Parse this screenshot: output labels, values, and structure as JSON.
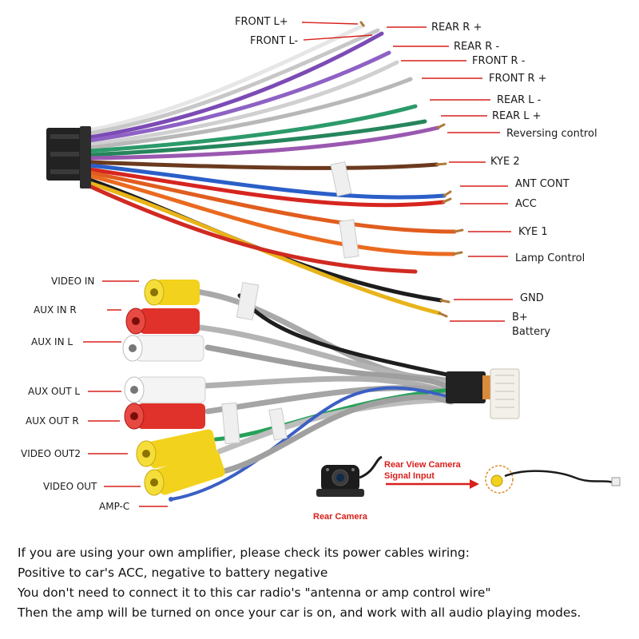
{
  "wire_labels": {
    "front_l_plus": "FRONT L+",
    "front_l_minus": "FRONT L-",
    "rear_r_plus": "REAR R +",
    "rear_r_minus": "REAR R -",
    "front_r_minus": "FRONT R -",
    "front_r_plus": "FRONT R +",
    "rear_l_minus": "REAR L -",
    "rear_l_plus": "REAR L +",
    "reversing_control": "Reversing control",
    "kye_2": "KYE 2",
    "ant_cont": "ANT CONT",
    "acc": "ACC",
    "kye_1": "KYE 1",
    "lamp_control": "Lamp Control",
    "gnd": "GND",
    "b_plus": "B+",
    "battery": "Battery"
  },
  "rca_labels": {
    "video_in": "VIDEO IN",
    "aux_in_r": "AUX IN R",
    "aux_in_l": "AUX  IN L",
    "aux_out_l": "AUX OUT L",
    "aux_out_r": "AUX OUT R",
    "video_out2": "VIDEO OUT2",
    "video_out": "VIDEO OUT",
    "amp_c": "AMP-C"
  },
  "camera": {
    "title_line1": "Rear View Camera",
    "title_line2": "Signal Input",
    "caption": "Rear Camera"
  },
  "notes": [
    "If you are using your own amplifier, please check its power cables wiring:",
    "Positive to car's ACC, negative to battery negative",
    "You don't need to connect it to this car radio's \"antenna or amp control wire\"",
    "Then the amp will be turned on once your car is on, and work with all audio playing modes."
  ],
  "colors": {
    "leader": "#d8201c",
    "rca_yellow": "#f2d21c",
    "rca_red": "#e0322a",
    "rca_white": "#f4f4f4",
    "connector": "#222222"
  }
}
